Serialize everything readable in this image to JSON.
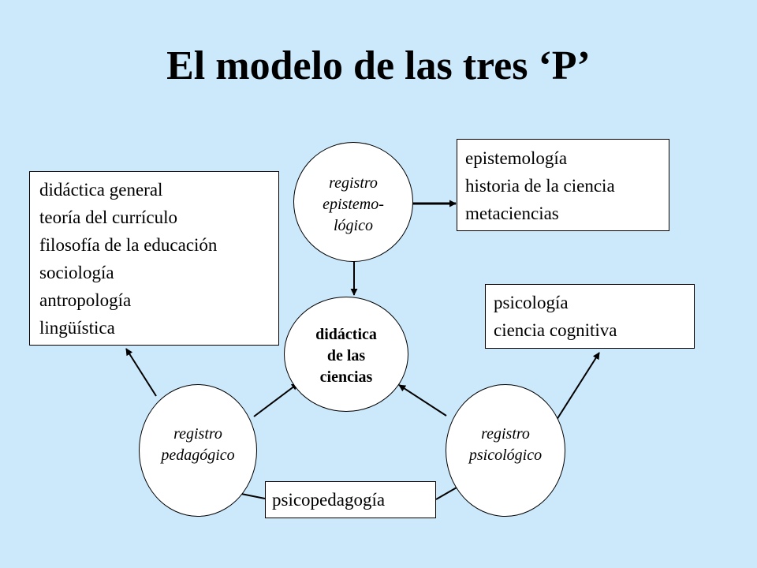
{
  "title": "El modelo de las tres ‘P’",
  "nodes": {
    "epistemologico": [
      "registro",
      "epistemo-",
      "lógico"
    ],
    "didactica": [
      "didáctica",
      "de las",
      "ciencias"
    ],
    "pedagogico": [
      "registro",
      "pedagógico"
    ],
    "psicologico": [
      "registro",
      "psicológico"
    ]
  },
  "boxes": {
    "pedagogico": [
      "didáctica general",
      "teoría del currículo",
      "filosofía de la educación",
      "sociología",
      "antropología",
      "lingüística"
    ],
    "epistemologico": [
      "epistemología",
      "historia de la ciencia",
      "metaciencias"
    ],
    "psicologico": [
      "psicología",
      "ciencia cognitiva"
    ],
    "psicopedagogia": [
      "psicopedagogía"
    ]
  }
}
